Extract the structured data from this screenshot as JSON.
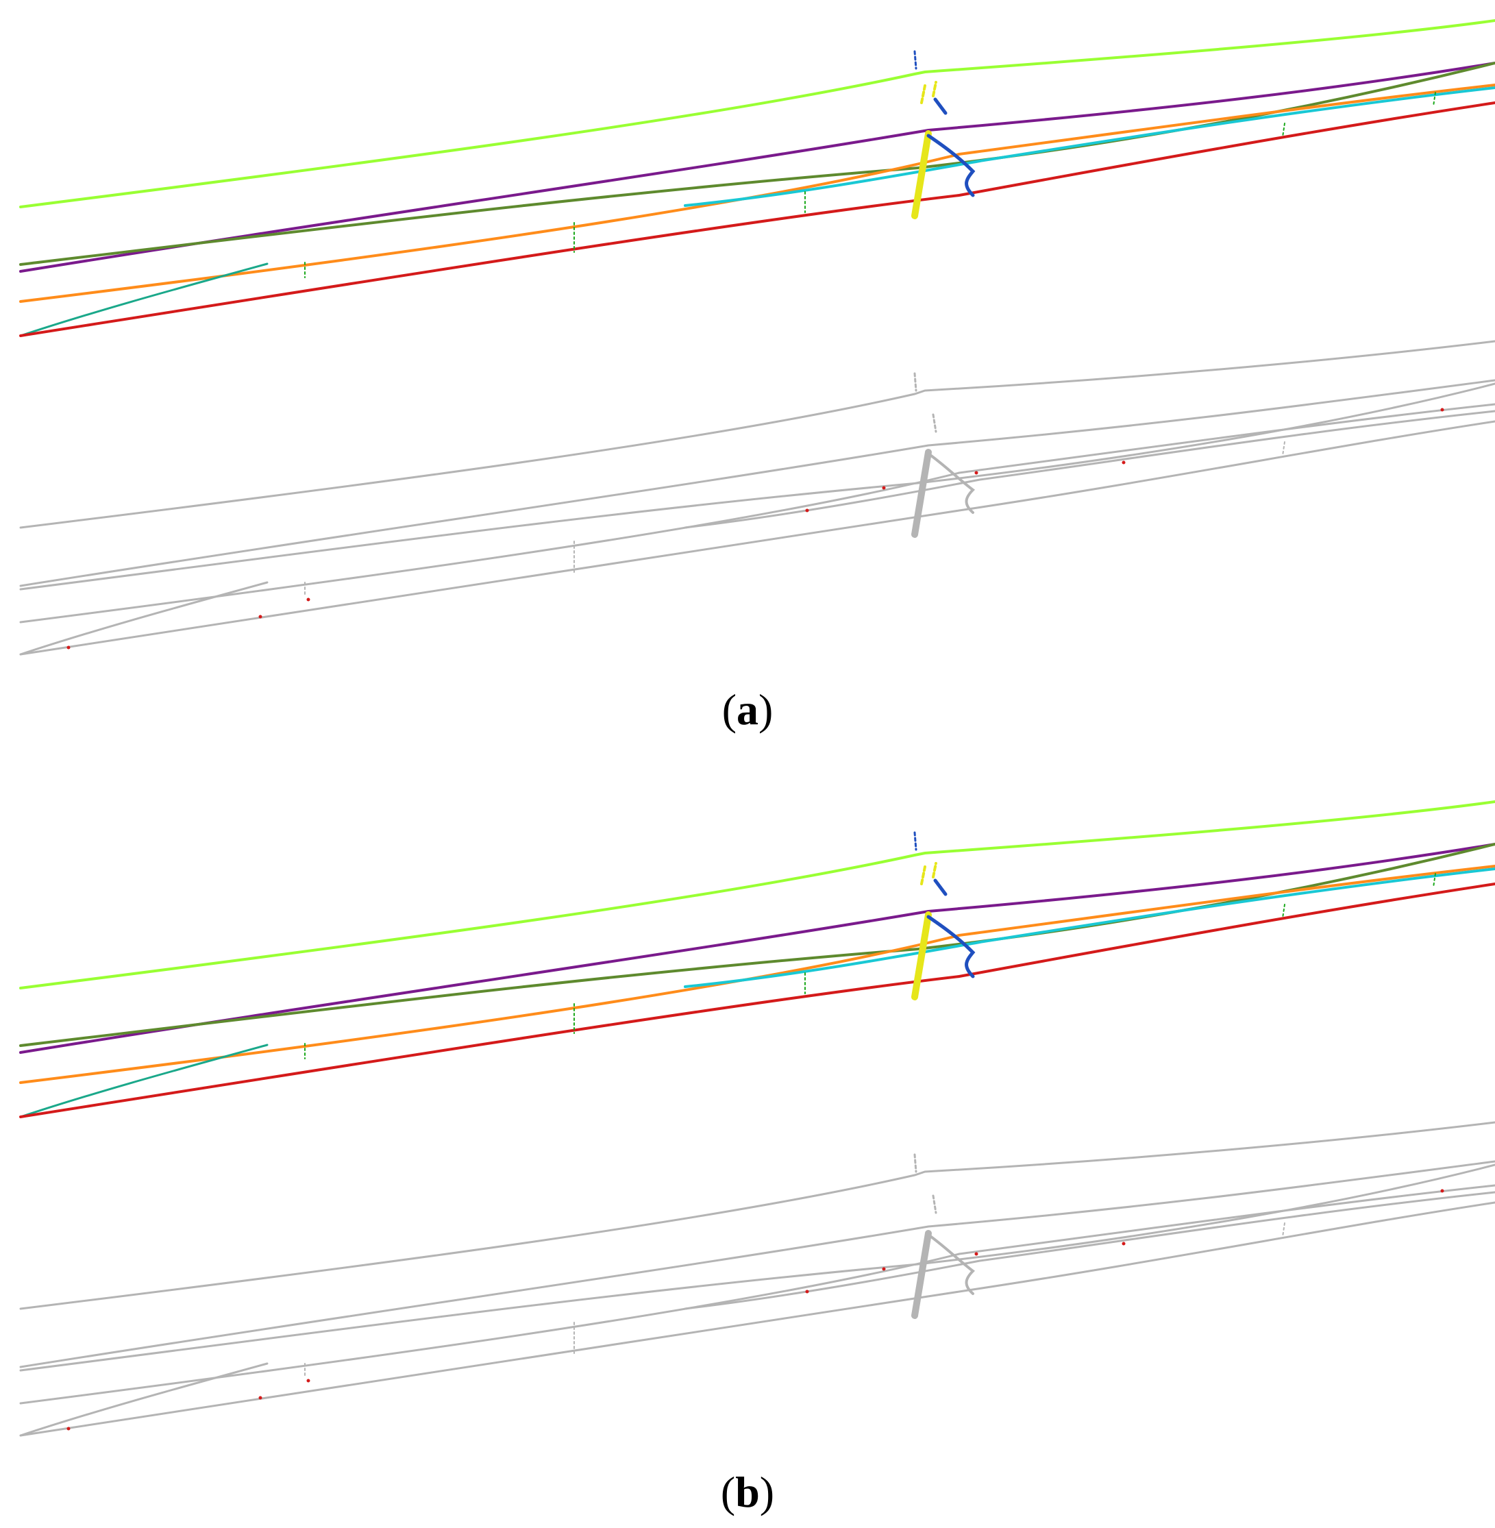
{
  "panels": [
    {
      "id": "a",
      "letter": "a"
    },
    {
      "id": "b",
      "letter": "b"
    }
  ],
  "colors": {
    "lime": "#99ff33",
    "purple": "#7a1a8c",
    "olive": "#5e8a2e",
    "orange": "#ff8c1a",
    "cyan": "#19c8d4",
    "teal": "#1aa88a",
    "red": "#d41a1a",
    "green": "#1aa81a",
    "yellow": "#e6e61a",
    "blue": "#1f4fbf",
    "gray": "#b4b4b4"
  },
  "icons": {
    "pole": "yellow-pole-shape",
    "insulator": "blue-insulator-shape"
  }
}
